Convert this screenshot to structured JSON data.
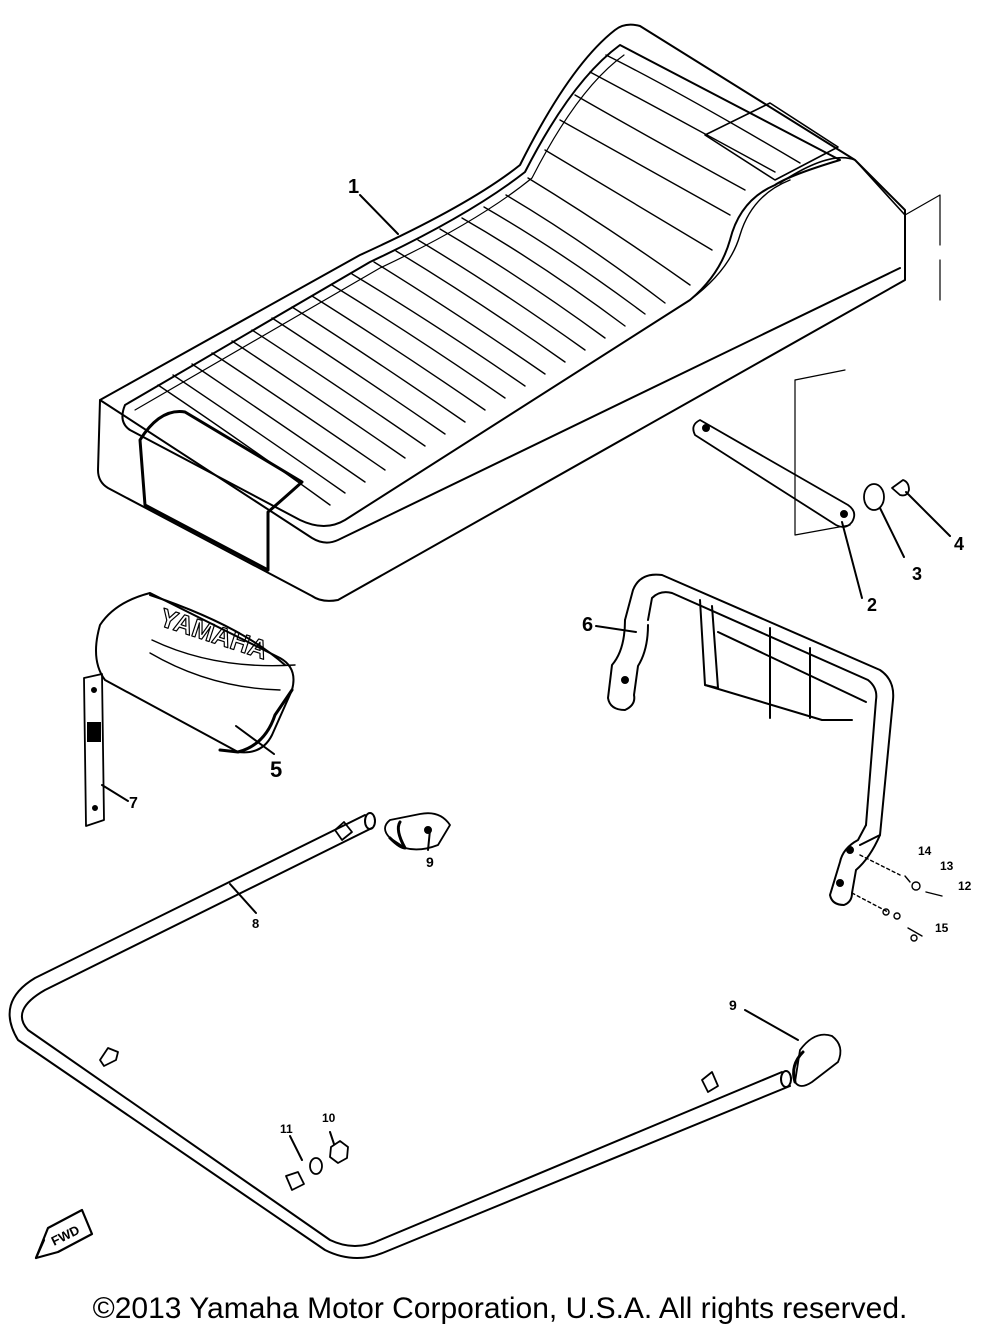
{
  "callouts": {
    "c1": "1",
    "c2": "2",
    "c3": "3",
    "c4": "4",
    "c5": "5",
    "c6": "6",
    "c7": "7",
    "c8": "8",
    "c9a": "9",
    "c9b": "9",
    "c10": "10",
    "c11": "11",
    "c12": "12",
    "c13": "13",
    "c14": "14",
    "c15": "15"
  },
  "emblem": {
    "fwd": "FWD"
  },
  "cover_print": "YAMAHA",
  "copyright": "©2013 Yamaha Motor Corporation, U.S.A. All rights reserved.",
  "colors": {
    "line": "#000000",
    "background": "#ffffff"
  }
}
